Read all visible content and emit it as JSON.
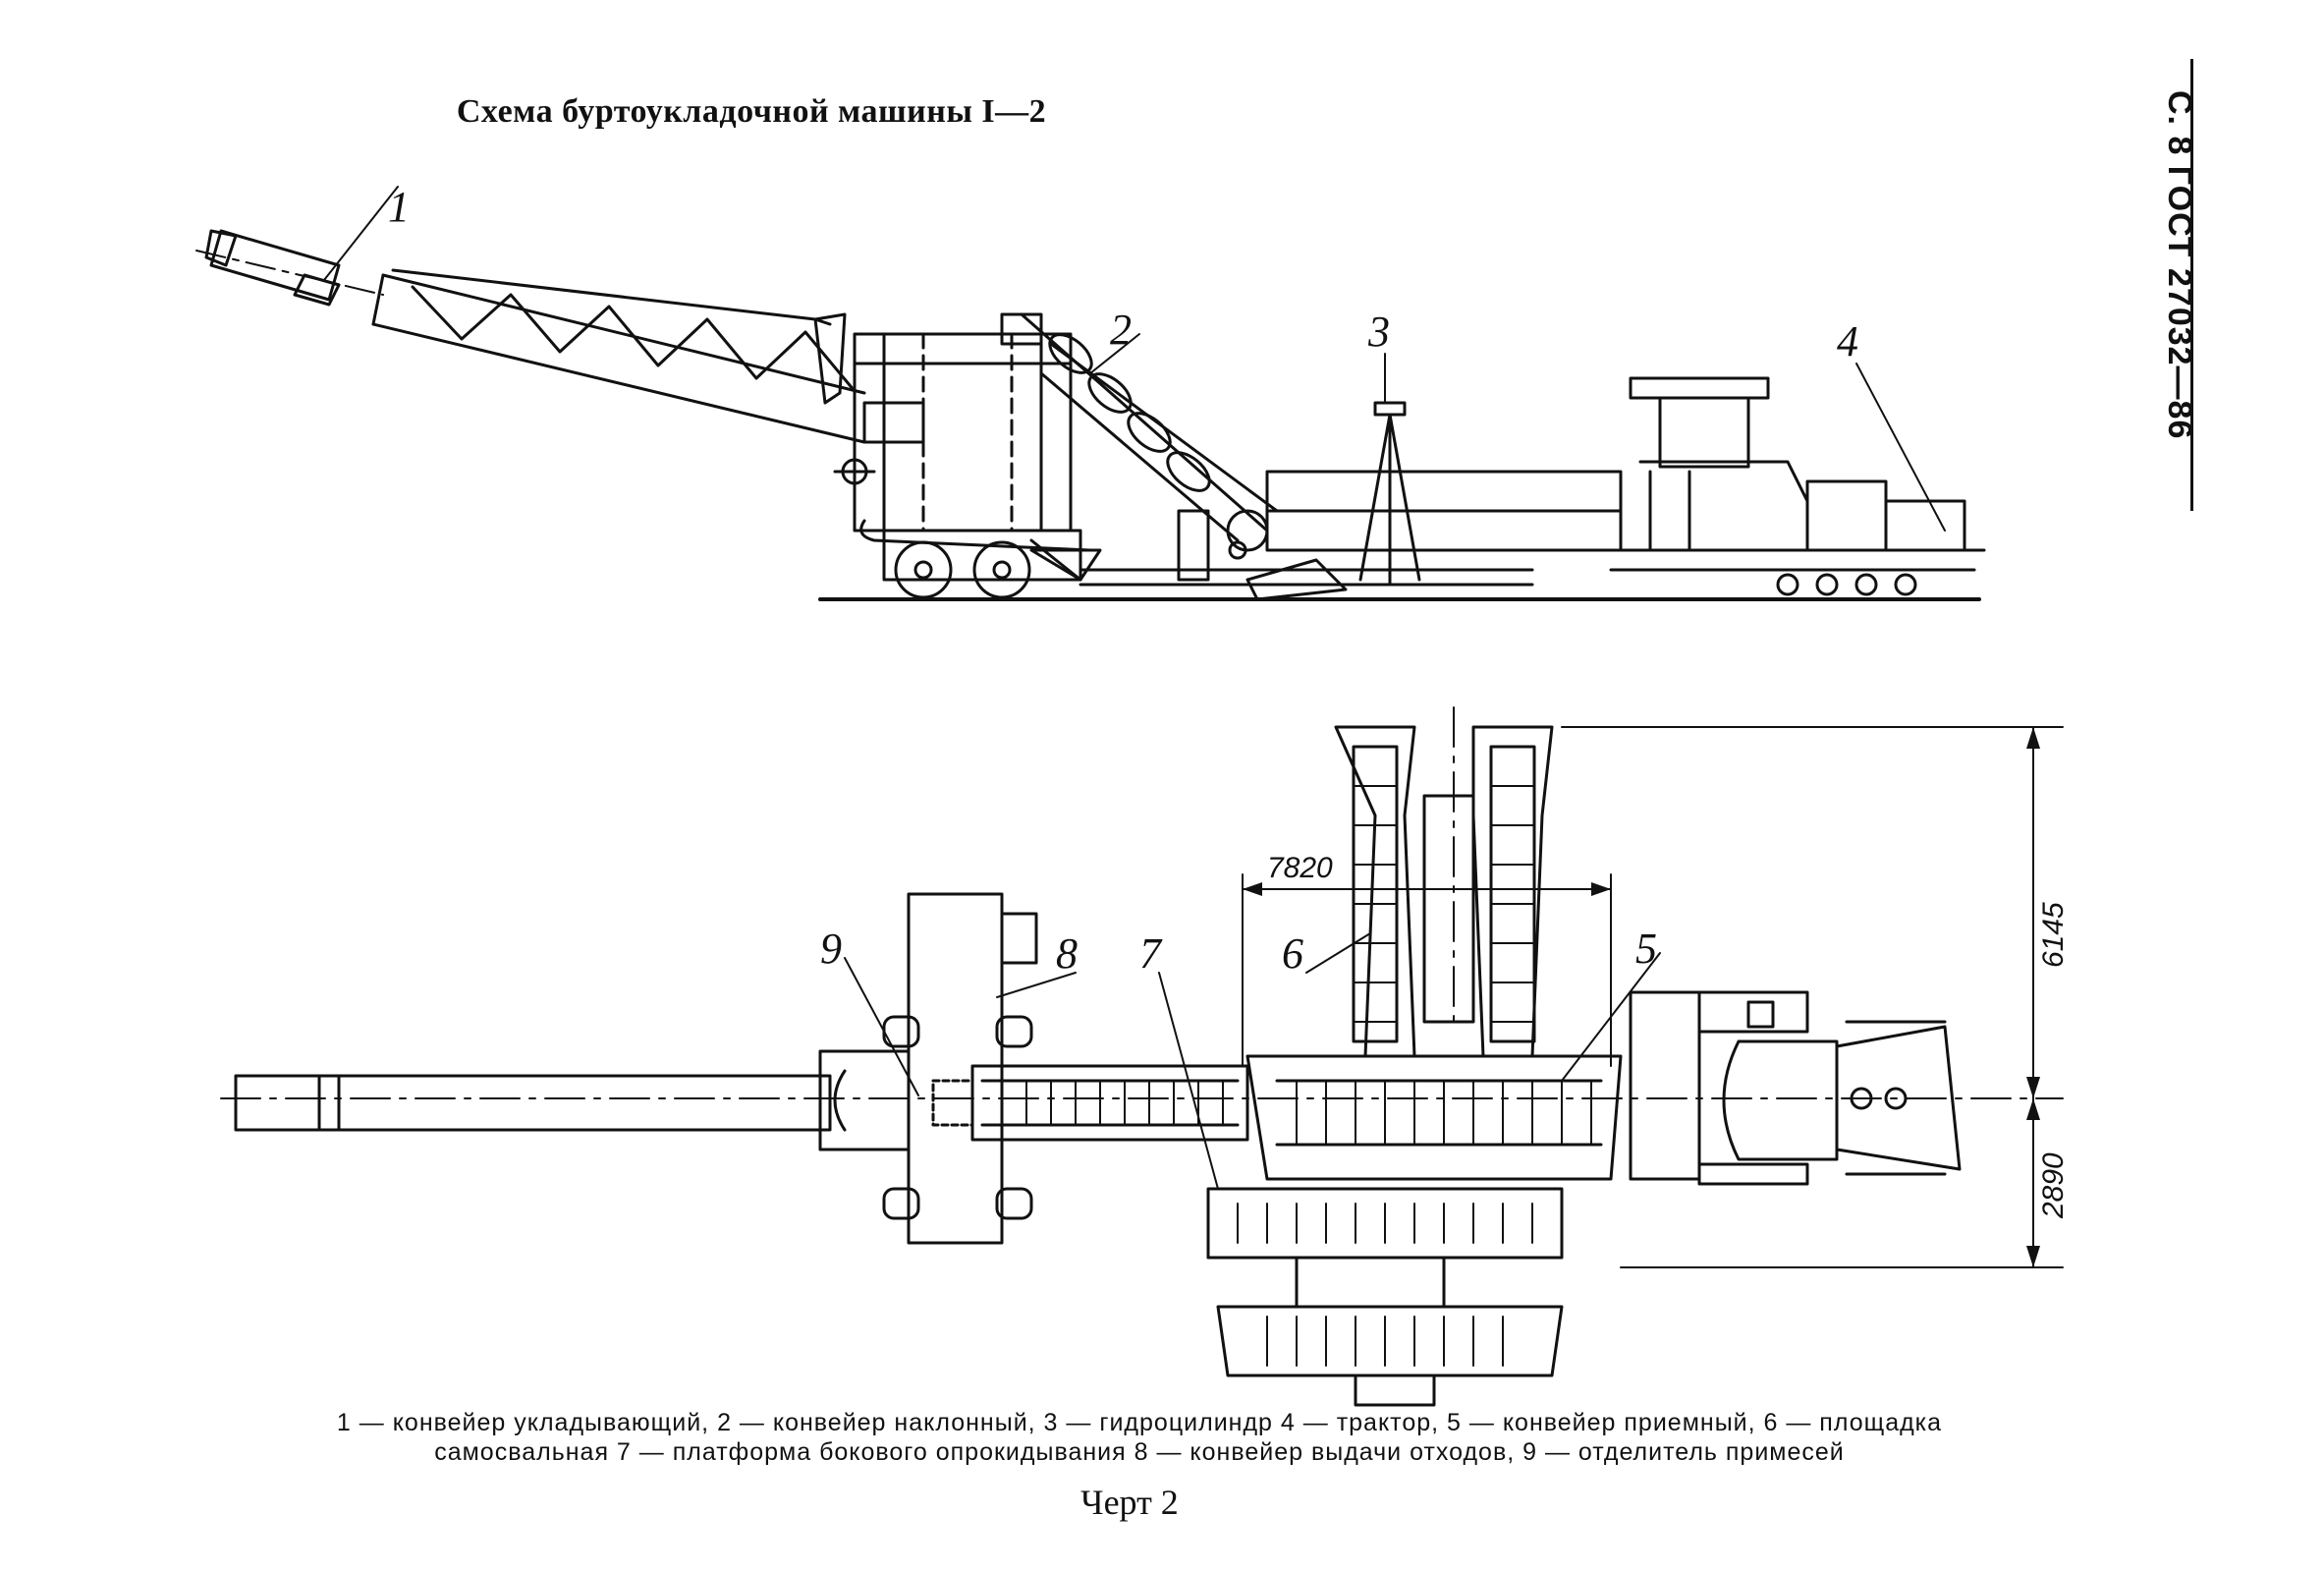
{
  "header": {
    "title": "Схема буртоукладочной машины I—2",
    "side_label": "С. 8 ГОСТ 27032—86"
  },
  "callouts": {
    "c1": "1",
    "c2": "2",
    "c3": "3",
    "c4": "4",
    "c5": "5",
    "c6": "6",
    "c7": "7",
    "c8": "8",
    "c9": "9"
  },
  "dimensions": {
    "width_7820": "7820",
    "height_6145": "6145",
    "height_2890": "2890"
  },
  "legend": {
    "line1": "1 — конвейер укладывающий, 2 — конвейер наклонный, 3 — гидроцилиндр 4 — трактор, 5 — конвейер приемный, 6 — площадка",
    "line2": "самосвальная 7 — платформа бокового опрокидывания 8 — конвейер выдачи отходов, 9 — отделитель примесей"
  },
  "caption": "Черт 2"
}
